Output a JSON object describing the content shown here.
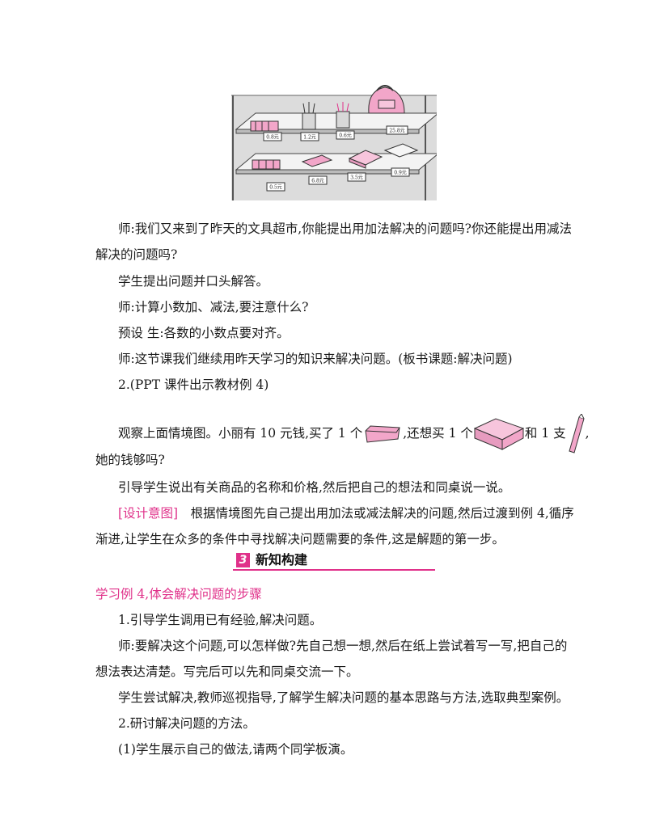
{
  "figure": {
    "price_tags": [
      "0.8元",
      "1.2元",
      "0.6元",
      "25.8元",
      "0.5元",
      "6.8元",
      "3.5元",
      "0.9元"
    ]
  },
  "paragraphs": {
    "p1_line1": "师:我们又来到了昨天的文具超市,你能提出用加法解决的问题吗?你还能提出用减法",
    "p1_line2": "解决的问题吗?",
    "p2": "学生提出问题并口头解答。",
    "p3": "师:计算小数加、减法,要注意什么?",
    "p4": "预设  生:各数的小数点要对齐。",
    "p5": "师:这节课我们继续用昨天学习的知识来解决问题。(板书课题:解决问题)",
    "p6": "2.(PPT 课件出示教材例 4)",
    "p7_a": "观察上面情境图。小丽有 10 元钱,买了 1 个",
    "p7_b": ",还想买 1 个",
    "p7_c": "和 1 支",
    "p7_d": ",",
    "p7_line2": "她的钱够吗?",
    "p8": "引导学生说出有关商品的名称和价格,然后把自己的想法和同桌说一说。",
    "p9_tag": "[设计意图]",
    "p9_line1": "根据情境图先自己提出用加法或减法解决的问题,然后过渡到例 4,循序",
    "p9_line2": "渐进,让学生在众多的条件中寻找解决问题需要的条件,这是解题的第一步。"
  },
  "section": {
    "number": "3",
    "title": "新知构建"
  },
  "body2": {
    "heading": "学习例 4,体会解决问题的步骤",
    "l1": "1.引导学生调用已有经验,解决问题。",
    "l2_line1": "师:要解决这个问题,可以怎样做?先自己想一想,然后在纸上尝试着写一写,把自己的",
    "l2_line2": "想法表达清楚。写完后可以先和同桌交流一下。",
    "l3": "学生尝试解决,教师巡视指导,了解学生解决问题的基本思路与方法,选取典型案例。",
    "l4": "2.研讨解决问题的方法。",
    "l5": "(1)学生展示自己的做法,请两个同学板演。"
  },
  "colors": {
    "accent": "#e0318a"
  }
}
